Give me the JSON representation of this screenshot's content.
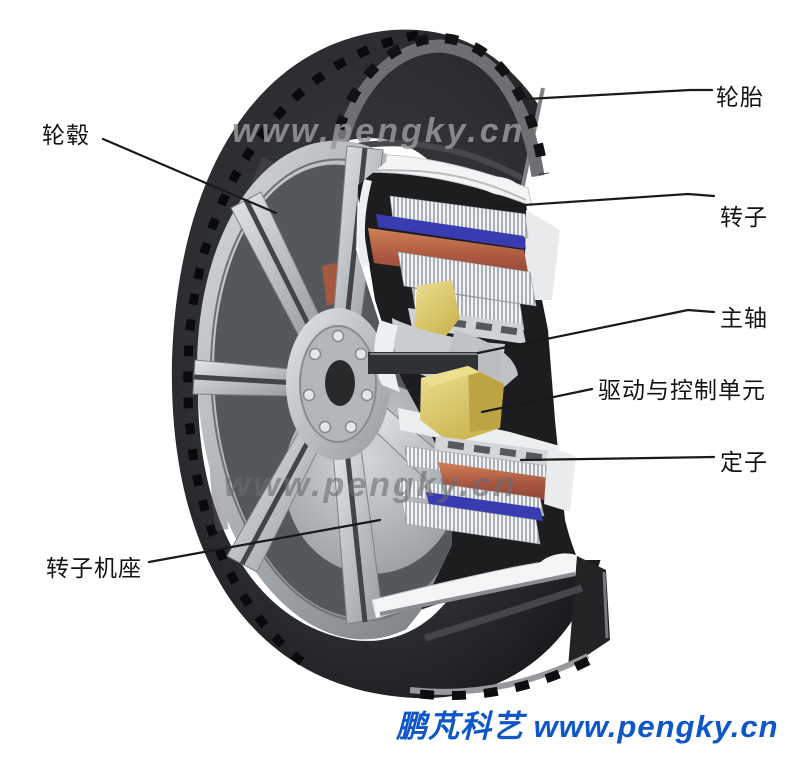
{
  "figure_title": "In-wheel hub motor cutaway diagram",
  "labels": {
    "hub": "轮毂",
    "tire": "轮胎",
    "rotor": "转子",
    "main_shaft": "主轴",
    "drive_control_unit": "驱动与控制单元",
    "stator": "定子",
    "rotor_frame": "转子机座"
  },
  "watermarks": {
    "top": "www.pengky.cn",
    "middle": "www.pengky.cn"
  },
  "footer": {
    "text": "鹏芃科艺 www.pengky.cn",
    "color": "#0f57c8"
  },
  "colors": {
    "label_text": "#141414",
    "leader_line": "#1a1a1a",
    "tire_dark": "#1b1b1e",
    "cut_lip_gray": "#818285",
    "rim_white": "#f3f4f5",
    "wheel_silver": "#b9bec2",
    "copper_winding": "#b05a41",
    "magnet_blue": "#383cb0",
    "drive_unit_yellow": "#d6c369"
  }
}
